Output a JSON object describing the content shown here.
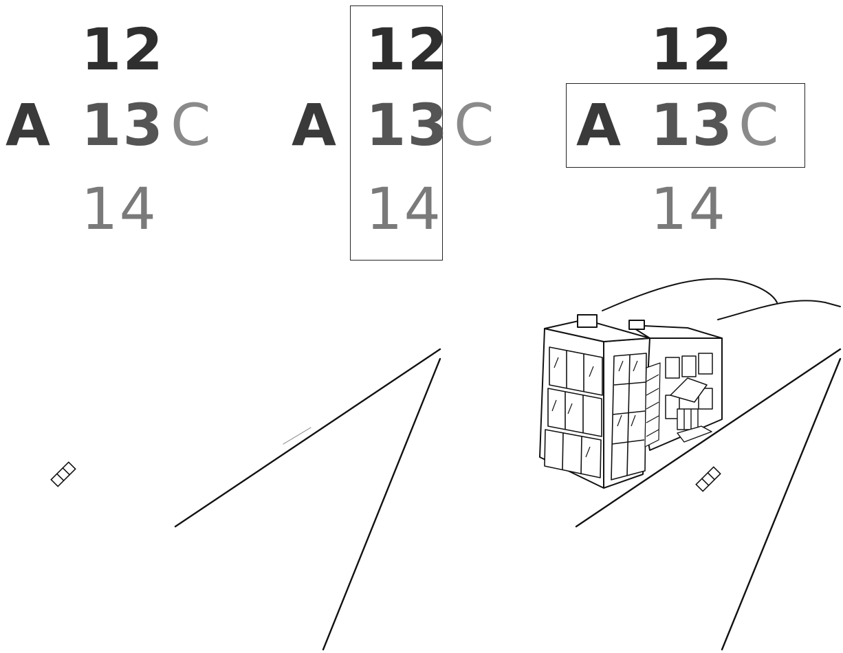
{
  "panels": [
    {
      "id": "neutral",
      "top": "12",
      "left": "A",
      "center": "13",
      "right": "C",
      "bottom": "14"
    },
    {
      "id": "column-framed",
      "top": "12",
      "left": "A",
      "center": "13",
      "right": "C",
      "bottom": "14"
    },
    {
      "id": "row-framed",
      "top": "12",
      "left": "A",
      "center": "13",
      "right": "C",
      "bottom": "14"
    }
  ],
  "colors": {
    "ink": "#111111",
    "frame": "#222222",
    "background": "#ffffff"
  },
  "icons": {
    "rectangle_marker": "small-striped-rectangle-icon",
    "building": "building-illustration"
  }
}
